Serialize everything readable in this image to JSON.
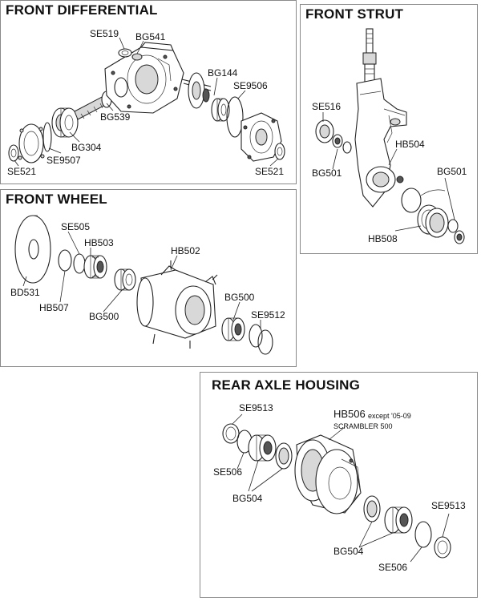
{
  "panels": {
    "front_differential": {
      "title": "FRONT DIFFERENTIAL",
      "labels": {
        "se519": "SE519",
        "bg541": "BG541",
        "bg144": "BG144",
        "se9506": "SE9506",
        "bg539": "BG539",
        "bg304": "BG304",
        "se9507": "SE9507",
        "se521_left": "SE521",
        "se521_right": "SE521"
      }
    },
    "front_strut": {
      "title": "FRONT STRUT",
      "labels": {
        "se516": "SE516",
        "hb504": "HB504",
        "bg501_left": "BG501",
        "bg501_right": "BG501",
        "hb508": "HB508"
      }
    },
    "front_wheel": {
      "title": "FRONT WHEEL",
      "labels": {
        "se505": "SE505",
        "hb503": "HB503",
        "hb502": "HB502",
        "bd531": "BD531",
        "hb507": "HB507",
        "bg500_left": "BG500",
        "bg500_right": "BG500",
        "se9512": "SE9512"
      }
    },
    "rear_axle_housing": {
      "title": "REAR AXLE HOUSING",
      "labels": {
        "se9513_top": "SE9513",
        "hb506": "HB506",
        "hb506_note_1": "except '05-09",
        "hb506_note_2": "SCRAMBLER 500",
        "se506_left": "SE506",
        "bg504_left": "BG504",
        "se9513_right": "SE9513",
        "bg504_right": "BG504",
        "se506_right": "SE506"
      }
    }
  },
  "colors": {
    "line": "#222222",
    "border": "#8a8a8a",
    "background": "#ffffff"
  }
}
